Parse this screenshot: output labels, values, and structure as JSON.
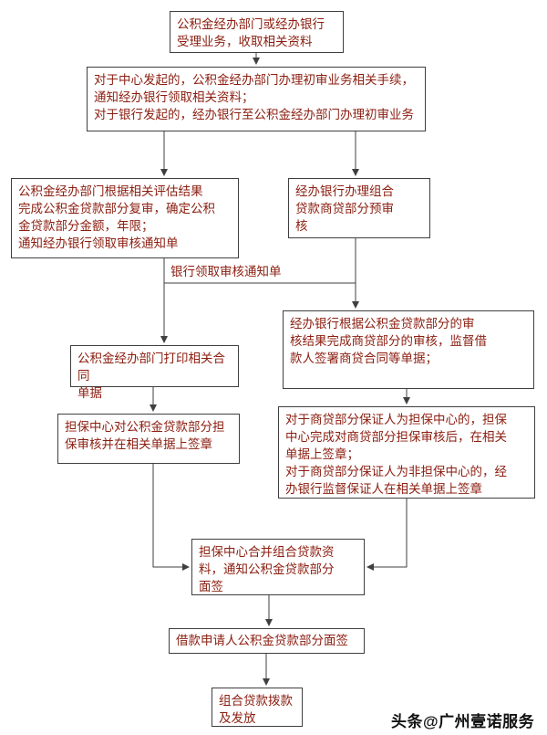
{
  "flowchart": {
    "boxes": {
      "accept": "公积金经办部门或经办银行\n受理业务，收取相关资料",
      "initial_review": "对于中心发起的，公积金经办部门办理初审业务相关手续，\n通知经办银行领取相关资料；\n对于银行发起的，经办银行至公积金经办部门办理初审业务",
      "fund_final_review": "公积金经办部门根据相关评估结果\n完成公积金贷款部分复审，确定公积\n金贷款部分金额，年限；\n通知经办银行领取审核通知单",
      "bank_preaudit": "经办银行办理组合\n贷款商贷部分预审\n核",
      "print_contract": "公积金经办部门打印相关合同\n单据",
      "commercial_review": "经办银行根据公积金贷款部分的审\n核结果完成商贷部分的审核，监督借\n款人签署商贷合同等单据；",
      "guarantee_audit": "担保中心对公积金贷款部分担\n保审核并在相关单据上签章",
      "guarantor_signature": "对于商贷部分保证人为担保中心的，担保\n中心完成对商贷部分担保审核后，在相关\n单据上签章；\n对于商贷部分保证人为非担保中心的，经\n办银行监督保证人在相关单据上签章",
      "merge_materials": "担保中心合并组合贷款资\n料，通知公积金贷款部分\n面签",
      "face_sign": "借款申请人公积金贷款部分面签",
      "disburse": "组合贷款拨款\n及发放"
    },
    "edge_label": "银行领取审核通知单",
    "colors": {
      "text": "#8b1e10",
      "border": "#3f3f3f",
      "line": "#3f3f3f",
      "background": "#ffffff"
    }
  },
  "watermark": "头条@广州壹诺服务"
}
